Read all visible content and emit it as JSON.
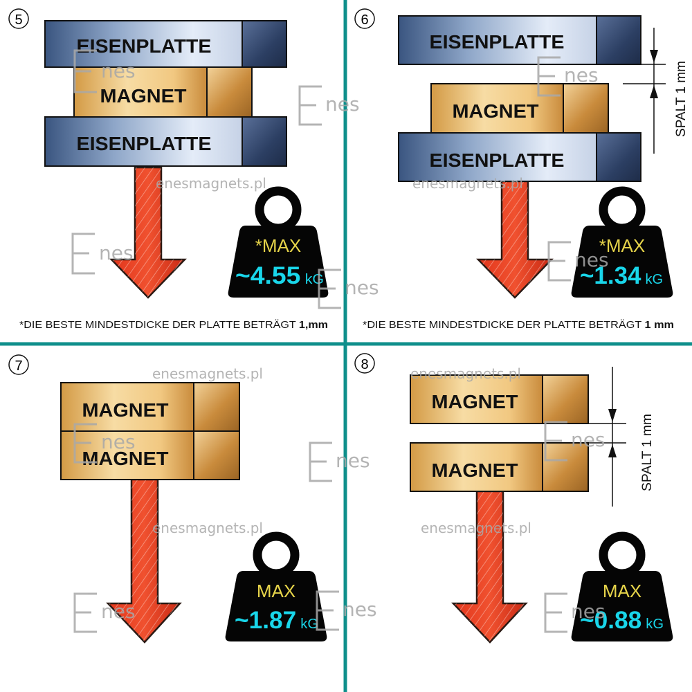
{
  "watermark": {
    "url": "enesmagnets.pl",
    "brand_text": "nes"
  },
  "colors": {
    "divider": "#0f8f8b",
    "max_label": "#e6d44a",
    "value_label": "#19d6ea",
    "weight": "#050505",
    "arrow": "#e2361c"
  },
  "panels": [
    {
      "number": "5",
      "labels": {
        "plate_top": "EISENPLATTE",
        "magnet": "MAGNET",
        "plate_bottom": "EISENPLATTE"
      },
      "weight": {
        "max_label": "*MAX",
        "value": "~4.55",
        "unit": "kG",
        "icon": "weight-icon"
      },
      "note": {
        "text": "*DIE BESTE MINDESTDICKE DER PLATTE BETRÄGT ",
        "bold": "1,mm"
      }
    },
    {
      "number": "6",
      "labels": {
        "plate_top": "EISENPLATTE",
        "magnet": "MAGNET",
        "plate_bottom": "EISENPLATTE",
        "gap": "SPALT 1 mm"
      },
      "weight": {
        "max_label": "*MAX",
        "value": "~1.34",
        "unit": "kG",
        "icon": "weight-icon"
      },
      "note": {
        "text": "*DIE BESTE MINDESTDICKE DER PLATTE BETRÄGT ",
        "bold": "1 mm"
      }
    },
    {
      "number": "7",
      "labels": {
        "magnet_top": "MAGNET",
        "magnet_bottom": "MAGNET"
      },
      "weight": {
        "max_label": "MAX",
        "value": "~1.87",
        "unit": "kG",
        "icon": "weight-icon"
      }
    },
    {
      "number": "8",
      "labels": {
        "magnet_top": "MAGNET",
        "magnet_bottom": "MAGNET",
        "gap": "SPALT 1 mm"
      },
      "weight": {
        "max_label": "MAX",
        "value": "~0.88",
        "unit": "kG",
        "icon": "weight-icon"
      }
    }
  ]
}
